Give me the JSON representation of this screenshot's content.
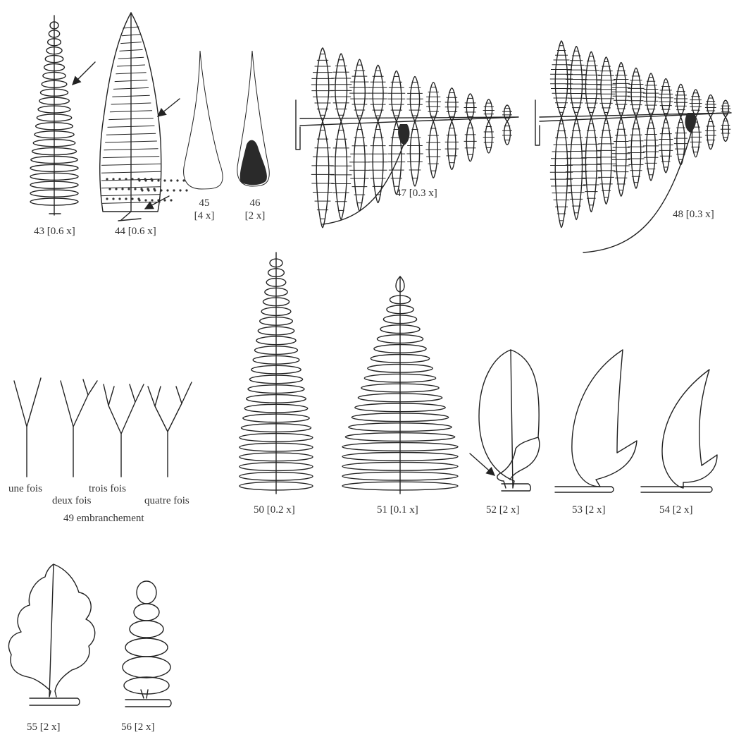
{
  "figures": [
    {
      "id": "43",
      "caption": "43 [0.6 x]"
    },
    {
      "id": "44",
      "caption": "44 [0.6 x]"
    },
    {
      "id": "45",
      "number": "45",
      "scale": "[4 x]"
    },
    {
      "id": "46",
      "number": "46",
      "scale": "[2 x]"
    },
    {
      "id": "47",
      "caption": "47 [0.3 x]"
    },
    {
      "id": "48",
      "caption": "48 [0.3 x]"
    },
    {
      "id": "49",
      "caption": "49 embranchement",
      "labels": [
        "une fois",
        "deux fois",
        "trois fois",
        "quatre fois"
      ]
    },
    {
      "id": "50",
      "caption": "50 [0.2 x]"
    },
    {
      "id": "51",
      "caption": "51 [0.1 x]"
    },
    {
      "id": "52",
      "caption": "52 [2 x]"
    },
    {
      "id": "53",
      "caption": "53 [2 x]"
    },
    {
      "id": "54",
      "caption": "54 [2 x]"
    },
    {
      "id": "55",
      "caption": "55 [2 x]"
    },
    {
      "id": "56",
      "caption": "56 [2 x]"
    }
  ],
  "colors": {
    "ink": "#222222",
    "text": "#333333",
    "background": "#ffffff"
  }
}
